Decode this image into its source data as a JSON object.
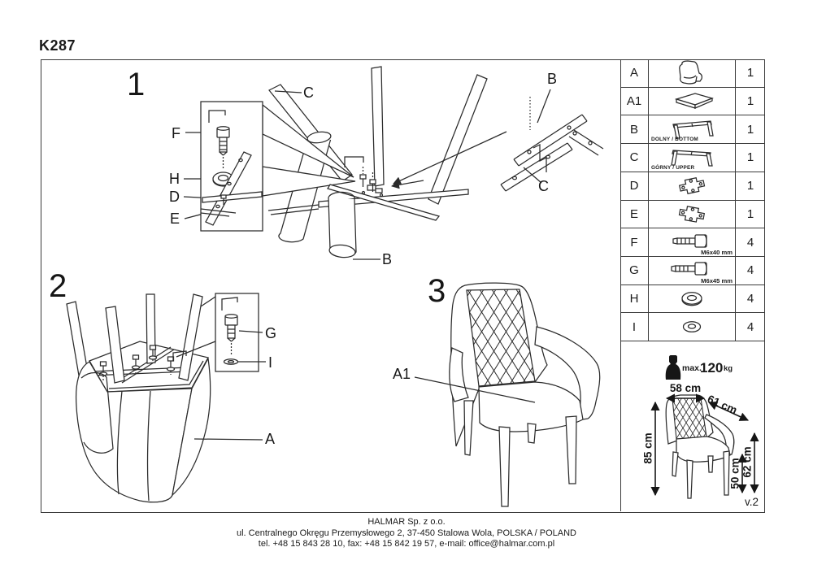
{
  "title": "K287",
  "version": "v.2",
  "steps": {
    "step1": {
      "number": "1",
      "labels": {
        "f": "F",
        "h": "H",
        "d": "D",
        "e": "E",
        "c": "C",
        "b": "B",
        "detail_b": "B",
        "detail_c": "C"
      }
    },
    "step2": {
      "number": "2",
      "labels": {
        "g": "G",
        "i": "I",
        "a": "A"
      }
    },
    "step3": {
      "number": "3",
      "labels": {
        "a1": "A1"
      }
    }
  },
  "parts_table": {
    "rows": [
      {
        "id": "A",
        "icon": "chair-shell-icon",
        "qty": "1",
        "note": ""
      },
      {
        "id": "A1",
        "icon": "seat-cushion-icon",
        "qty": "1",
        "note": ""
      },
      {
        "id": "B",
        "icon": "frame-icon",
        "qty": "1",
        "note": "DOLNY / BOTTOM"
      },
      {
        "id": "C",
        "icon": "frame-icon",
        "qty": "1",
        "note": "GÓRNY / UPPER"
      },
      {
        "id": "D",
        "icon": "cross-plate-icon",
        "qty": "1",
        "note": ""
      },
      {
        "id": "E",
        "icon": "cross-plate-icon",
        "qty": "1",
        "note": ""
      },
      {
        "id": "F",
        "icon": "bolt-icon",
        "qty": "4",
        "note": "M6x40 mm"
      },
      {
        "id": "G",
        "icon": "bolt-icon",
        "qty": "4",
        "note": "M6x45 mm"
      },
      {
        "id": "H",
        "icon": "washer-icon",
        "qty": "4",
        "note": ""
      },
      {
        "id": "I",
        "icon": "washer-icon",
        "qty": "4",
        "note": ""
      }
    ]
  },
  "specs": {
    "max_load_label": "max.",
    "max_load_value": "120",
    "max_load_unit": "kg",
    "dim_width": "58 cm",
    "dim_depth": "61 cm",
    "dim_height": "85 cm",
    "dim_seat_height": "50 cm",
    "dim_arm_height": "62 cm"
  },
  "footer": {
    "company": "HALMAR Sp. z o.o.",
    "address": "ul. Centralnego Okręgu Przemysłowego 2, 37-450 Stalowa Wola, POLSKA / POLAND",
    "contact": "tel. +48 15 843 28 10, fax: +48 15 842 19 57, e-mail: office@halmar.com.pl"
  }
}
